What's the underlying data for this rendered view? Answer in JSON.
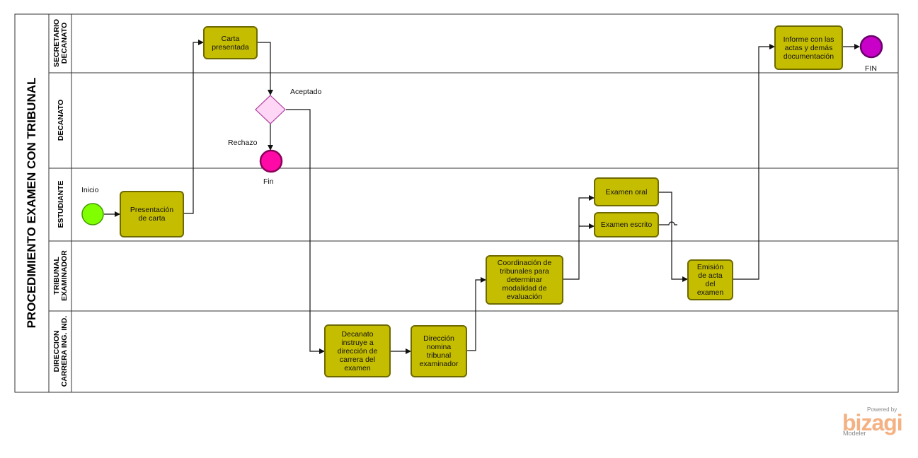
{
  "pool": {
    "title": "PROCEDIMIENTO  EXAMEN CON TRIBUNAL"
  },
  "lanes": [
    {
      "line1": "SECRETARIO",
      "line2": "DECANATO"
    },
    {
      "line1": "DECANATO",
      "line2": ""
    },
    {
      "line1": "ESTUDIANTE",
      "line2": ""
    },
    {
      "line1": "TRIBUNAL",
      "line2": "EXAMINADOR"
    },
    {
      "line1": "DIRECCION",
      "line2": "CARRERA ING. IND."
    }
  ],
  "tasks": {
    "carta_presentada": "Carta\npresentada",
    "presentacion_carta": "Presentación\nde carta",
    "decanato_instruye": "Decanato\ninstruye a\ndirección de\ncarrera del\nexamen",
    "direccion_nomina": "Dirección\nnomina\ntribunal\nexaminador",
    "coordinacion": "Coordinación de\ntribunales para\ndeterminar\nmodalidad de\nevaluación",
    "examen_oral": "Examen oral",
    "examen_escrito": "Examen escrito",
    "emision_acta": "Emisión\nde acta\ndel\nexamen",
    "informe": "Informe con las\nactas y demás\ndocumentación"
  },
  "events": {
    "start_label": "Inicio",
    "end_rechazo_label": "Fin",
    "end_final_label": "FIN"
  },
  "gateway": {
    "accepted_label": "Aceptado",
    "rejected_label": "Rechazo"
  },
  "watermark": {
    "powered_by": "Powered by",
    "logo": "bizagi",
    "product": "Modeler"
  },
  "colors": {
    "task_fill": "#c5bd00",
    "start_event": "#7fff00",
    "end_rechazo": "#ff0aa6",
    "end_final": "#c800c8",
    "gateway_fill": "#ffd6f5"
  }
}
